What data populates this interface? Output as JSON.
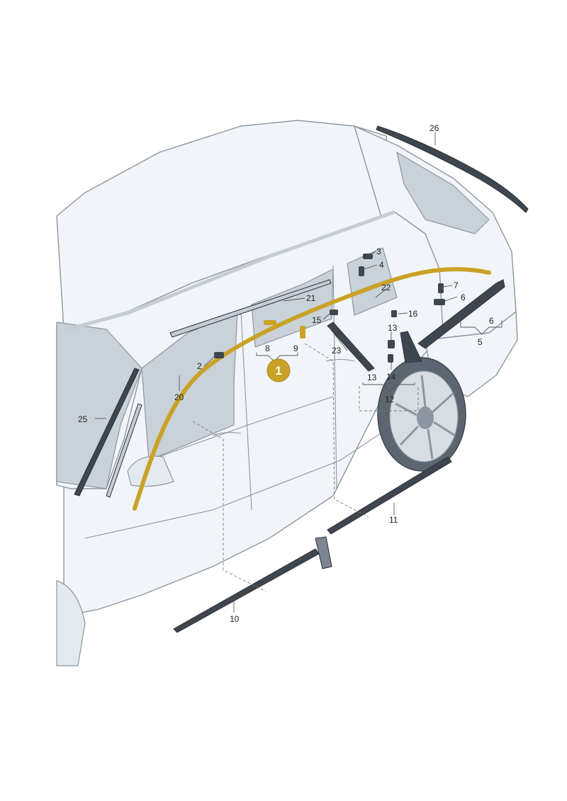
{
  "diagram": {
    "callout_badge": "1",
    "part_labels": [
      "2",
      "3",
      "4",
      "5",
      "6",
      "6",
      "7",
      "8",
      "9",
      "10",
      "11",
      "12",
      "13",
      "13",
      "14",
      "15",
      "16",
      "20",
      "21",
      "22",
      "23",
      "25",
      "26"
    ]
  },
  "colors": {
    "background": "#ffffff",
    "body_fill": "#f1f5f9",
    "body_stroke": "#8d96a0",
    "glass": "#c9d1d9",
    "highlight": "#c9a227",
    "trim_dark": "#3e464f",
    "leader": "#666666"
  }
}
